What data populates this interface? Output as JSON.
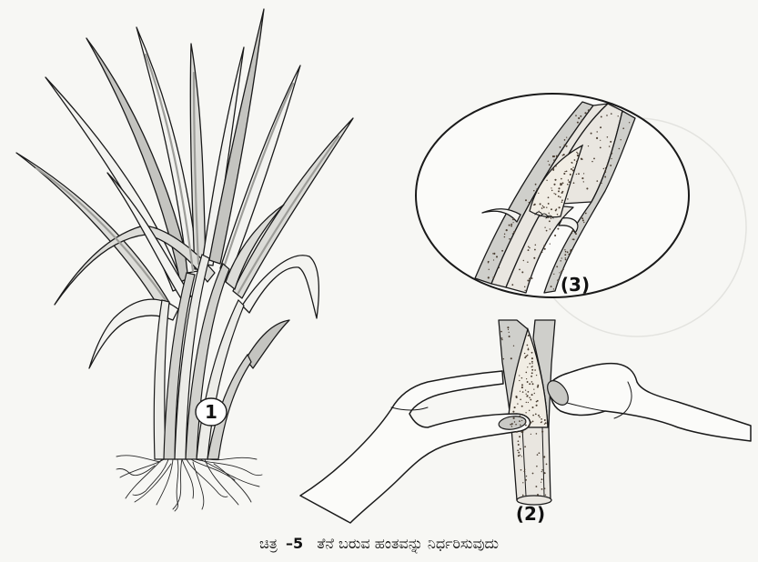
{
  "figure": {
    "labels": {
      "plant": "1",
      "hands": "(2)",
      "closeup": "(3)"
    },
    "caption": {
      "prefix": "ಚಿತ್ರ",
      "number": "–5",
      "text": "ತೆನೆ ಬರುವ ಹಂತವನ್ನು ನಿರ್ಧರಿಸುವುದು"
    }
  },
  "colors": {
    "paper": "#f7f7f4",
    "ink": "#1a1a1a",
    "shade": "#c4c4c0",
    "stipple": "#4b3f33"
  }
}
